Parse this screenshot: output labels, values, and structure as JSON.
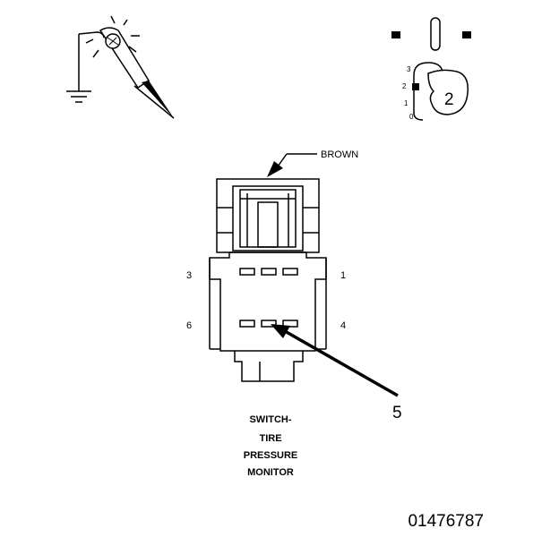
{
  "diagram": {
    "wire_color_label": "BROWN",
    "pin_labels": {
      "pin_3": "3",
      "pin_1": "1",
      "pin_6": "6",
      "pin_4": "4"
    },
    "callout_number": "5",
    "ignition_key": {
      "positions": [
        "3",
        "2",
        "1",
        "0"
      ],
      "selected": "2"
    },
    "caption_lines": [
      "SWITCH-",
      "TIRE",
      "PRESSURE",
      "MONITOR"
    ],
    "figure_number": "01476787"
  }
}
